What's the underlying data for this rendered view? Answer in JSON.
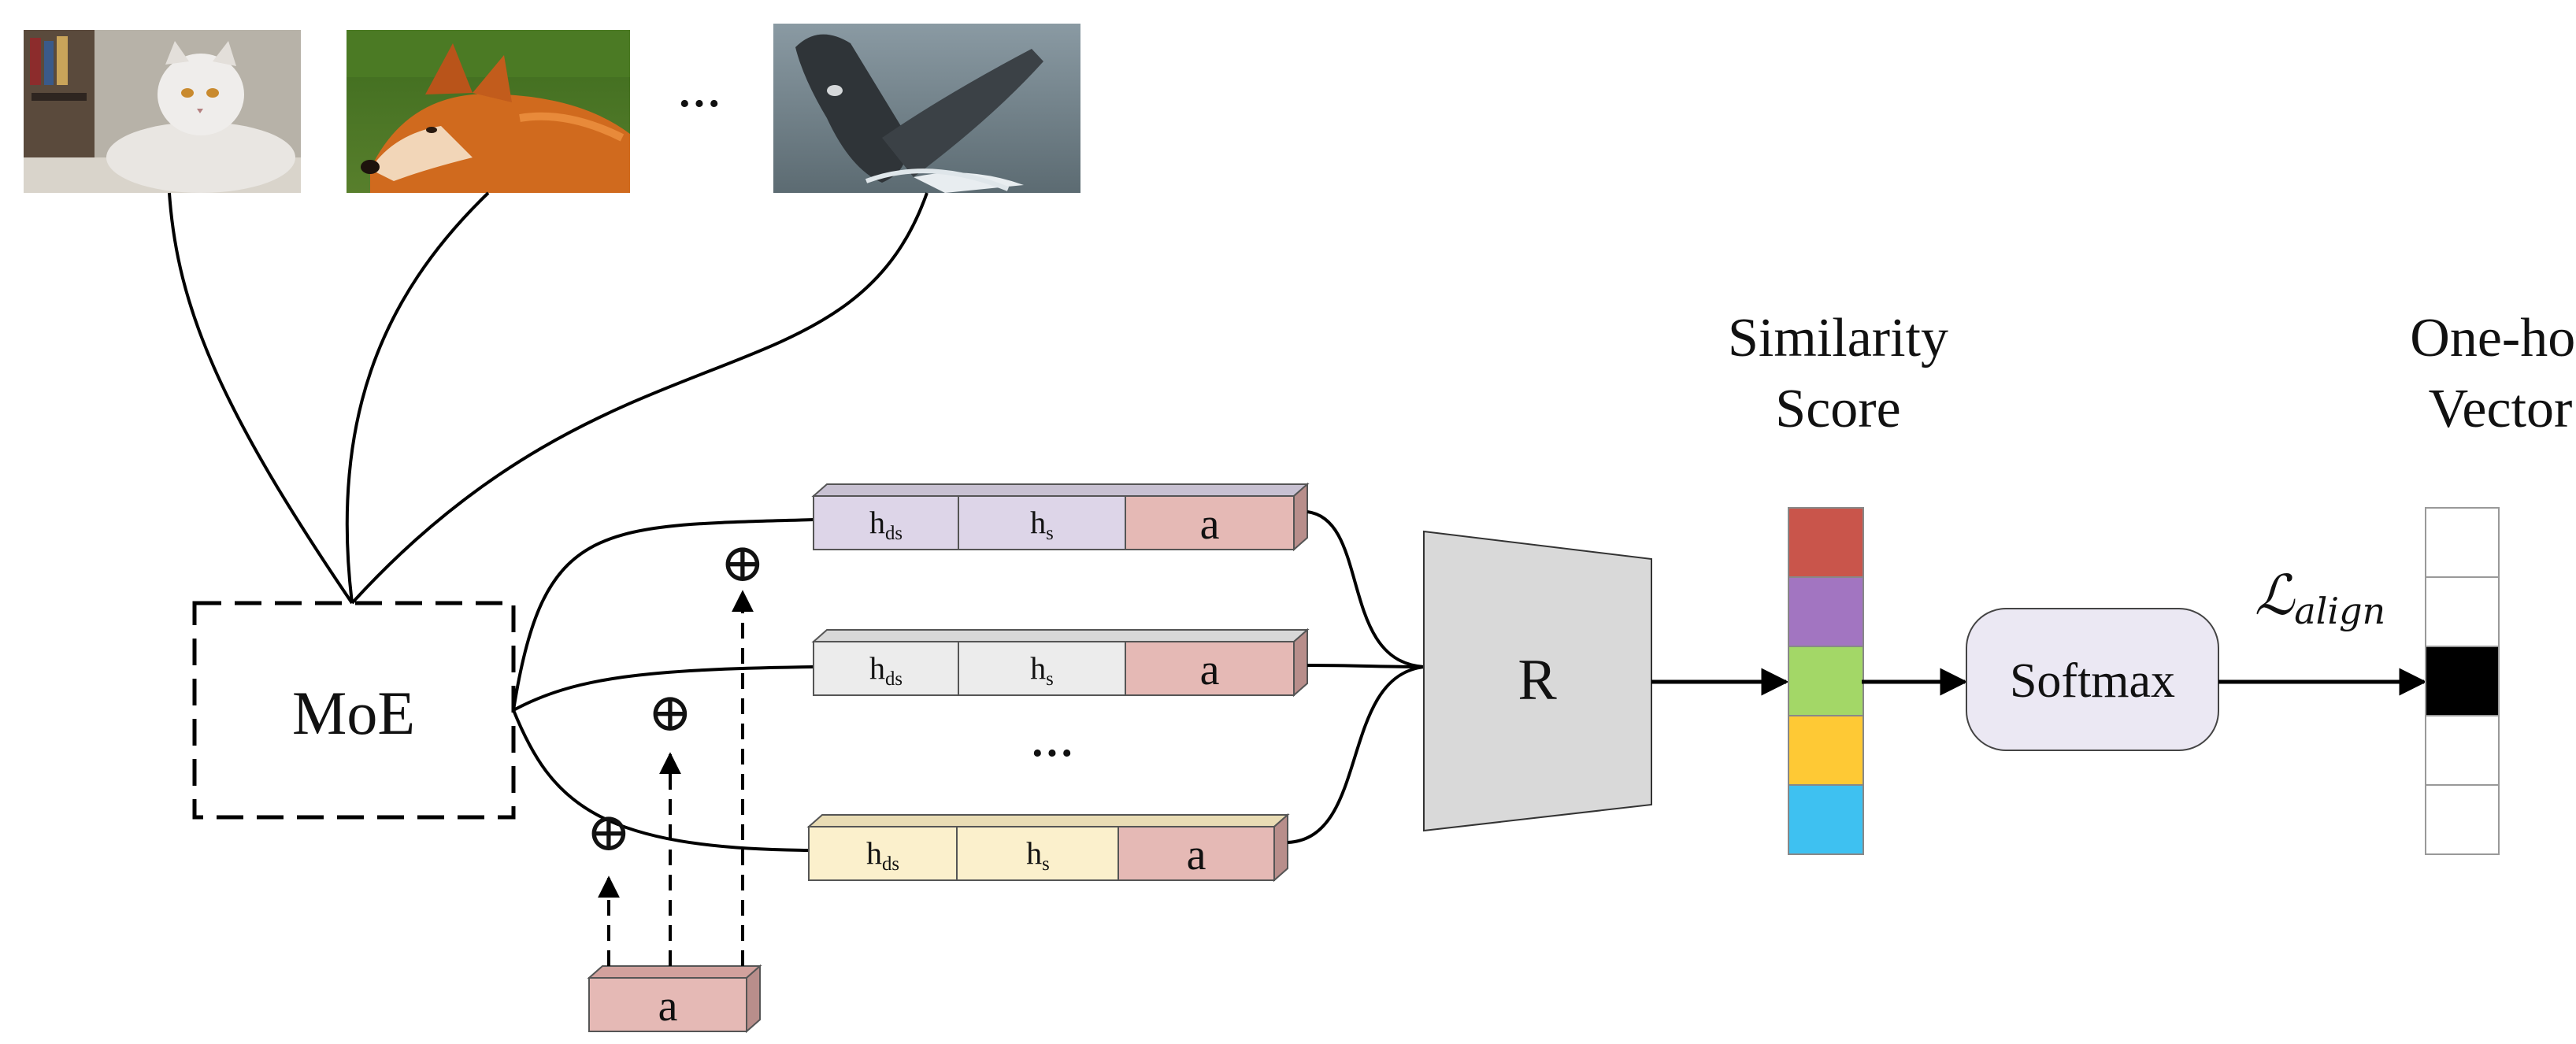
{
  "images": [
    {
      "id": "cat",
      "icon": "cat-photo"
    },
    {
      "id": "fox",
      "icon": "fox-photo"
    },
    {
      "id": "whale",
      "icon": "whale-photo"
    }
  ],
  "image_ellipsis": "···",
  "moe_label": "MoE",
  "rows": [
    {
      "h_ds": "h",
      "h_ds_sub": "ds",
      "h_s": "h",
      "h_s_sub": "s",
      "a": "a",
      "tint": "#ddd5e8"
    },
    {
      "h_ds": "h",
      "h_ds_sub": "ds",
      "h_s": "h",
      "h_s_sub": "s",
      "a": "a",
      "tint": "#ececec"
    },
    {
      "h_ds": "h",
      "h_ds_sub": "ds",
      "h_s": "h",
      "h_s_sub": "s",
      "a": "a",
      "tint": "#fbf0cc"
    }
  ],
  "row_ellipsis": "···",
  "bottom_a": "a",
  "plus_symbol": "⊕",
  "r_label": "R",
  "similarity_title_line1": "Similarity",
  "similarity_title_line2": "Score",
  "similarity_colors": [
    "#c9554b",
    "#a275c1",
    "#a3d767",
    "#fec935",
    "#3ec1f1"
  ],
  "softmax_label": "Softmax",
  "loss_label": "ℒ",
  "loss_sub": "align",
  "onehot_title_line1": "One-hot",
  "onehot_title_line2": "Vector",
  "onehot_active_index": 2,
  "onehot_cells": 5,
  "colors": {
    "token_a": "#e5b9b5",
    "r_block": "#d9d9d9",
    "softmax_fill": "#ebe8f3"
  }
}
